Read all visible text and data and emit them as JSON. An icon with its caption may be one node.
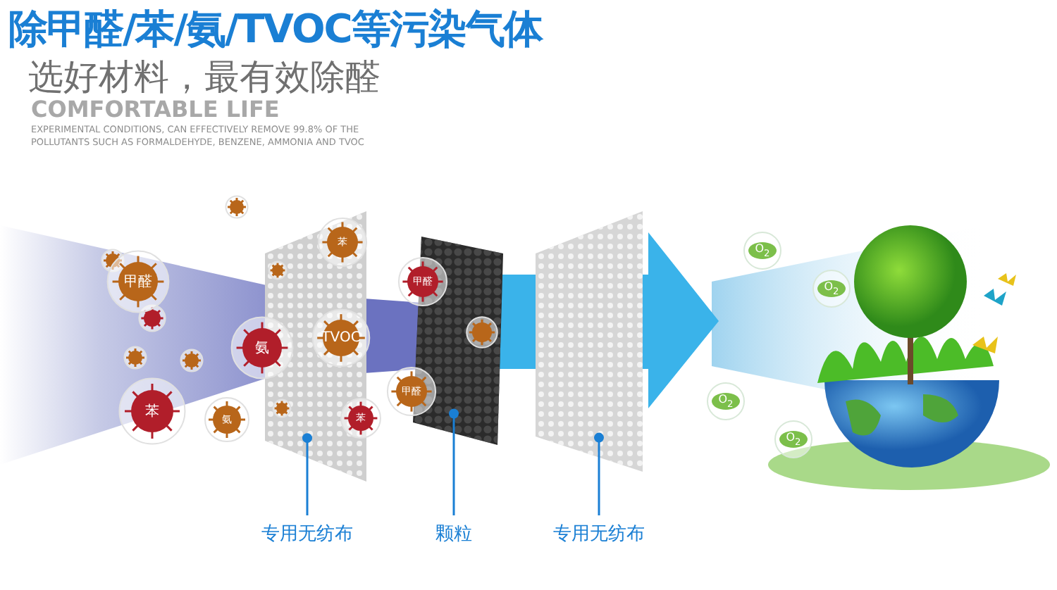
{
  "diagram": {
    "title": "除甲醛/苯/氨/TVOC等污染气体",
    "nodes": [
      {
        "text": [],
        "shape": "box"
      },
      {
        "text": [],
        "shape": "box"
      },
      {
        "text": [],
        "shape": "box"
      },
      {
        "text": [
          "专用无纺布"
        ]
      },
      {
        "text": [
          "颗粒"
        ]
      },
      {
        "text": [
          "专用无纺布"
        ]
      }
    ],
    "edges": [
      {
        "from": 3,
        "to": 0,
        "arrow": "other"
      },
      {
        "from": 4,
        "to": 1,
        "arrow": "other"
      },
      {
        "from": 5,
        "to": 2,
        "arrow": "other"
      }
    ],
    "labels": [
      "选好材料，最有效除醛",
      "COMFORTABLE LIFE",
      "EXPERIMENTAL CONDITIONS, CAN EFFECTIVELY REMOVE 99.8% OF THE POLLUTANTS SUCH AS FORMALDEHYDE, BENZENE, AMMONIA AND TVOC",
      "甲醛",
      "苯",
      "甲醛",
      "氨",
      "TVOC",
      "苯",
      "氨",
      "苯",
      "甲醛",
      "O$_{2}$",
      "O$_{2}$",
      "O$_{2}$",
      "O$_{2}$"
    ]
  }
}
